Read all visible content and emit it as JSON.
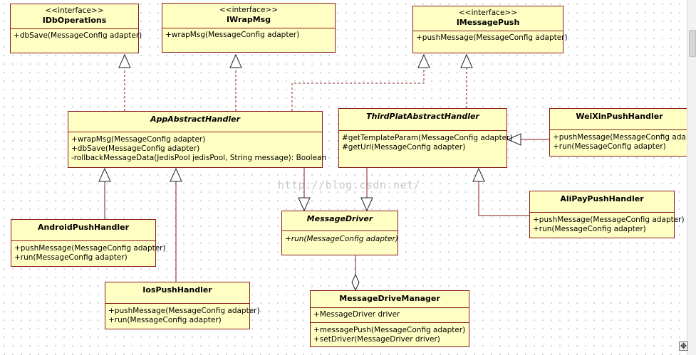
{
  "classes": {
    "idb": {
      "stereotype": "<<interface>>",
      "name": "IDbOperations",
      "operations": [
        "+dbSave(MessageConfig adapter)"
      ]
    },
    "iwrap": {
      "stereotype": "<<interface>>",
      "name": "IWrapMsg",
      "operations": [
        "+wrapMsg(MessageConfig adapter)"
      ]
    },
    "ipush": {
      "stereotype": "<<interface>>",
      "name": "IMessagePush",
      "operations": [
        "+pushMessage(MessageConfig adapter)"
      ]
    },
    "app": {
      "name": "AppAbstractHandler",
      "operations": [
        "+wrapMsg(MessageConfig adapter)",
        "+dbSave(MessageConfig adapter)",
        "-rollbackMessageData(JedisPool jedisPool, String message): Boolean"
      ]
    },
    "third": {
      "name": "ThirdPlatAbstractHandler",
      "operations": [
        "#getTemplateParam(MessageConfig adapter)",
        "#getUrl(MessageConfig adapter)"
      ]
    },
    "weixin": {
      "name": "WeiXinPushHandler",
      "operations": [
        "+pushMessage(MessageConfig adapter)",
        "+run(MessageConfig adapter)"
      ]
    },
    "alipay": {
      "name": "AliPayPushHandler",
      "operations": [
        "+pushMessage(MessageConfig adapter)",
        "+run(MessageConfig adapter)"
      ]
    },
    "android": {
      "name": "AndroidPushHandler",
      "operations": [
        "+pushMessage(MessageConfig adapter)",
        "+run(MessageConfig adapter)"
      ]
    },
    "ios": {
      "name": "IosPushHandler",
      "operations": [
        "+pushMessage(MessageConfig adapter)",
        "+run(MessageConfig adapter)"
      ]
    },
    "driver": {
      "name": "MessageDriver",
      "operations": [
        "+run(MessageConfig adapter)"
      ]
    },
    "manager": {
      "name": "MessageDriveManager",
      "attributes": [
        "+MessageDriver driver"
      ],
      "operations": [
        "+messagePush(MessageConfig adapter)",
        "+setDriver(MessageDriver driver)"
      ]
    }
  },
  "watermark": "http://blog.csdn.net/",
  "corner_glyph": "✥",
  "colors": {
    "fill": "#ffffc4",
    "border": "#8b1a1a",
    "line": "#8b1a1a"
  }
}
